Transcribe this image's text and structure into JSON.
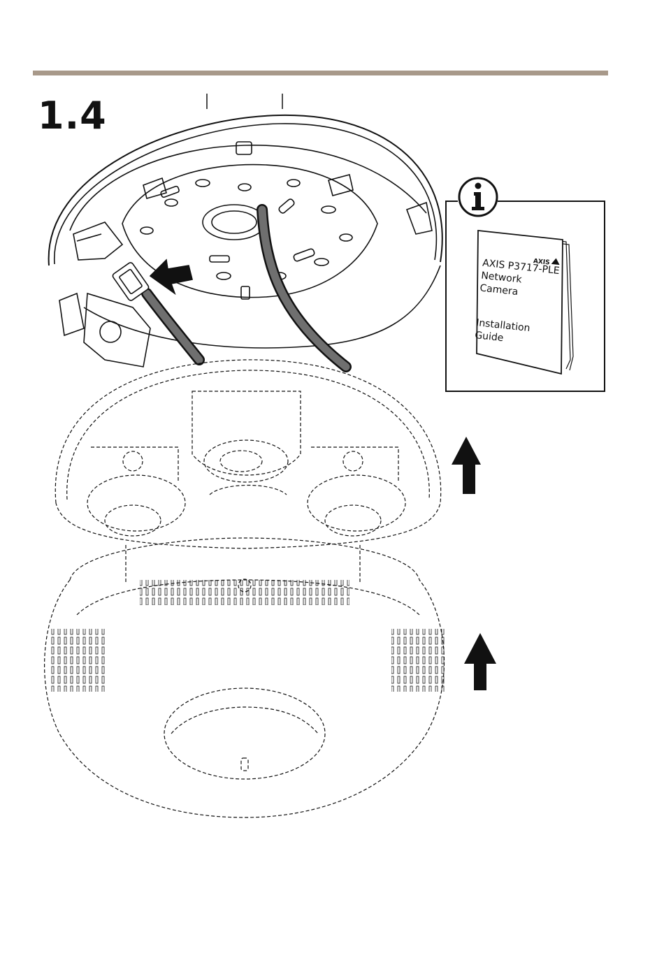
{
  "colors": {
    "rule": "#a8998a",
    "ink": "#111111"
  },
  "step_number": "1.4",
  "info_box": {
    "icon": "info-icon",
    "booklet": {
      "brand": "AXIS",
      "title_lines": [
        "AXIS P3717-PLE",
        "Network",
        "Camera"
      ],
      "subtitle_lines": [
        "Installation",
        "Guide"
      ]
    }
  },
  "arrows": [
    "insert-arrow",
    "lift-arrow",
    "lift-arrow"
  ]
}
